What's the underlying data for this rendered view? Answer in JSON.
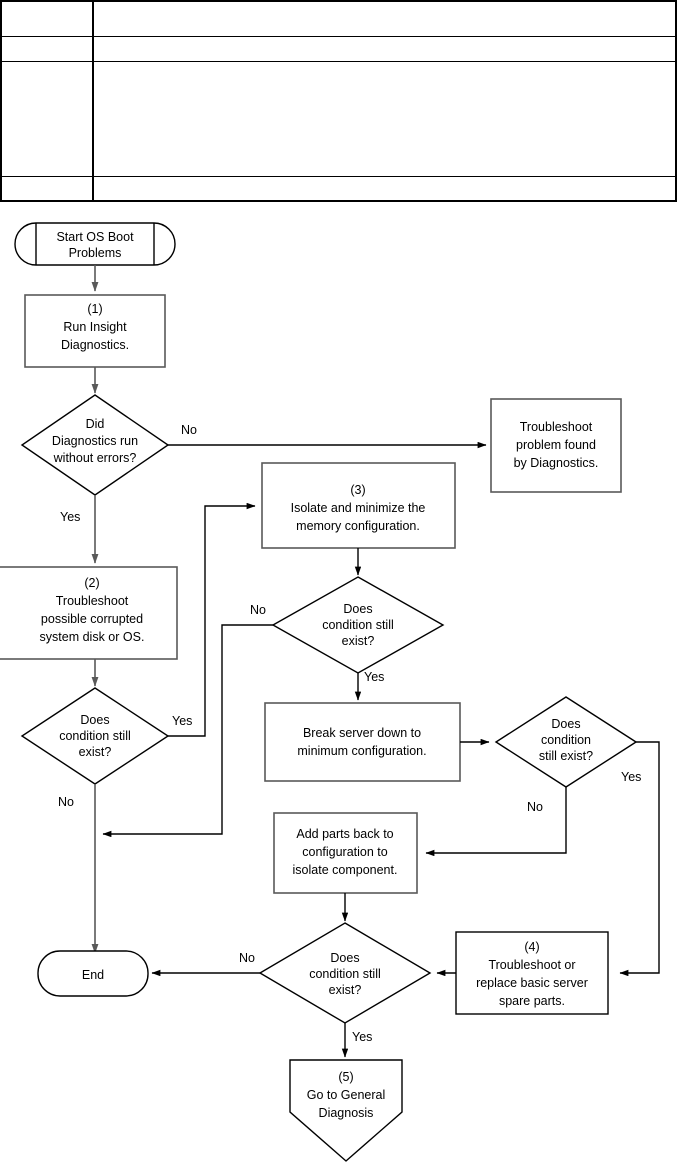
{
  "document": {
    "type": "troubleshooting-flowchart",
    "title": "OS Boot Problems Flowchart"
  },
  "form_table": {
    "columns": 2,
    "rows": [
      {
        "label": "",
        "value": ""
      },
      {
        "label": "",
        "value": ""
      },
      {
        "label": "",
        "value": ""
      },
      {
        "label": "",
        "value": ""
      }
    ]
  },
  "chart_data": {
    "type": "diagram",
    "diagram_type": "flowchart",
    "nodes": [
      {
        "id": "start",
        "shape": "terminator",
        "lines": [
          "Start OS Boot",
          "Problems"
        ]
      },
      {
        "id": "step1",
        "shape": "process",
        "lines": [
          "(1)",
          "Run Insight",
          "Diagnostics."
        ]
      },
      {
        "id": "dec-diag",
        "shape": "decision",
        "lines": [
          "Did",
          "Diagnostics run",
          "without errors?"
        ]
      },
      {
        "id": "ts-diag",
        "shape": "process",
        "lines": [
          "Troubleshoot",
          "problem found",
          "by Diagnostics."
        ]
      },
      {
        "id": "step3",
        "shape": "process",
        "lines": [
          "(3)",
          "Isolate and minimize the",
          "memory configuration."
        ]
      },
      {
        "id": "dec-mem",
        "shape": "decision",
        "lines": [
          "Does",
          "condition still",
          "exist?"
        ]
      },
      {
        "id": "step2",
        "shape": "process",
        "lines": [
          "(2)",
          "Troubleshoot",
          "possible corrupted",
          "system disk or OS."
        ]
      },
      {
        "id": "dec-os",
        "shape": "decision",
        "lines": [
          "Does",
          "condition still",
          "exist?"
        ]
      },
      {
        "id": "break-server",
        "shape": "process",
        "lines": [
          "Break server down to",
          "minimum configuration."
        ]
      },
      {
        "id": "dec-min",
        "shape": "decision",
        "lines": [
          "Does",
          "condition",
          "still exist?"
        ]
      },
      {
        "id": "add-parts",
        "shape": "process",
        "lines": [
          "Add parts back to",
          "configuration to",
          "isolate component."
        ]
      },
      {
        "id": "dec-final",
        "shape": "decision",
        "lines": [
          "Does",
          "condition still",
          "exist?"
        ]
      },
      {
        "id": "step4",
        "shape": "process",
        "lines": [
          "(4)",
          "Troubleshoot or",
          "replace basic server",
          "spare parts."
        ]
      },
      {
        "id": "end",
        "shape": "terminator",
        "lines": [
          "End"
        ]
      },
      {
        "id": "step5",
        "shape": "pentagon",
        "lines": [
          "(5)",
          "Go to General",
          "Diagnosis"
        ]
      }
    ],
    "edges": [
      {
        "from": "start",
        "to": "step1",
        "label": ""
      },
      {
        "from": "step1",
        "to": "dec-diag",
        "label": ""
      },
      {
        "from": "dec-diag",
        "to": "ts-diag",
        "label": "No"
      },
      {
        "from": "dec-diag",
        "to": "step2",
        "label": "Yes"
      },
      {
        "from": "step2",
        "to": "dec-os",
        "label": ""
      },
      {
        "from": "dec-os",
        "to": "step3",
        "label": "Yes"
      },
      {
        "from": "dec-os",
        "to": "end",
        "label": "No"
      },
      {
        "from": "step3",
        "to": "dec-mem",
        "label": ""
      },
      {
        "from": "dec-mem",
        "to": "end",
        "label": "No"
      },
      {
        "from": "dec-mem",
        "to": "break-server",
        "label": "Yes"
      },
      {
        "from": "break-server",
        "to": "dec-min",
        "label": ""
      },
      {
        "from": "dec-min",
        "to": "add-parts",
        "label": "No"
      },
      {
        "from": "dec-min",
        "to": "step4",
        "label": "Yes"
      },
      {
        "from": "add-parts",
        "to": "dec-final",
        "label": ""
      },
      {
        "from": "step4",
        "to": "dec-final",
        "label": ""
      },
      {
        "from": "dec-final",
        "to": "end",
        "label": "No"
      },
      {
        "from": "dec-final",
        "to": "step5",
        "label": "Yes"
      }
    ],
    "edge_labels": {
      "diag_no": "No",
      "diag_yes": "Yes",
      "os_yes": "Yes",
      "os_no": "No",
      "mem_no": "No",
      "mem_yes": "Yes",
      "min_no": "No",
      "min_yes": "Yes",
      "final_no": "No",
      "final_yes": "Yes"
    },
    "text": {
      "start_l1": "Start OS Boot",
      "start_l2": "Problems",
      "step1_l1": "(1)",
      "step1_l2": "Run Insight",
      "step1_l3": "Diagnostics.",
      "decdiag_l1": "Did",
      "decdiag_l2": "Diagnostics run",
      "decdiag_l3": "without errors?",
      "tsdiag_l1": "Troubleshoot",
      "tsdiag_l2": "problem found",
      "tsdiag_l3": "by Diagnostics.",
      "step3_l1": "(3)",
      "step3_l2": "Isolate and minimize the",
      "step3_l3": "memory configuration.",
      "decmem_l1": "Does",
      "decmem_l2": "condition still",
      "decmem_l3": "exist?",
      "step2_l1": "(2)",
      "step2_l2": "Troubleshoot",
      "step2_l3": "possible corrupted",
      "step2_l4": "system disk or OS.",
      "decos_l1": "Does",
      "decos_l2": "condition still",
      "decos_l3": "exist?",
      "break_l1": "Break server down to",
      "break_l2": "minimum configuration.",
      "decmin_l1": "Does",
      "decmin_l2": "condition",
      "decmin_l3": "still exist?",
      "addparts_l1": "Add parts back to",
      "addparts_l2": "configuration to",
      "addparts_l3": "isolate component.",
      "decfinal_l1": "Does",
      "decfinal_l2": "condition still",
      "decfinal_l3": "exist?",
      "step4_l1": "(4)",
      "step4_l2": "Troubleshoot or",
      "step4_l3": "replace basic server",
      "step4_l4": "spare parts.",
      "end_l1": "End",
      "step5_l1": "(5)",
      "step5_l2": "Go to General",
      "step5_l3": "Diagnosis"
    }
  },
  "colors": {
    "ink": "#000000",
    "gray_stroke": "#595959",
    "page_bg": "#ffffff"
  }
}
